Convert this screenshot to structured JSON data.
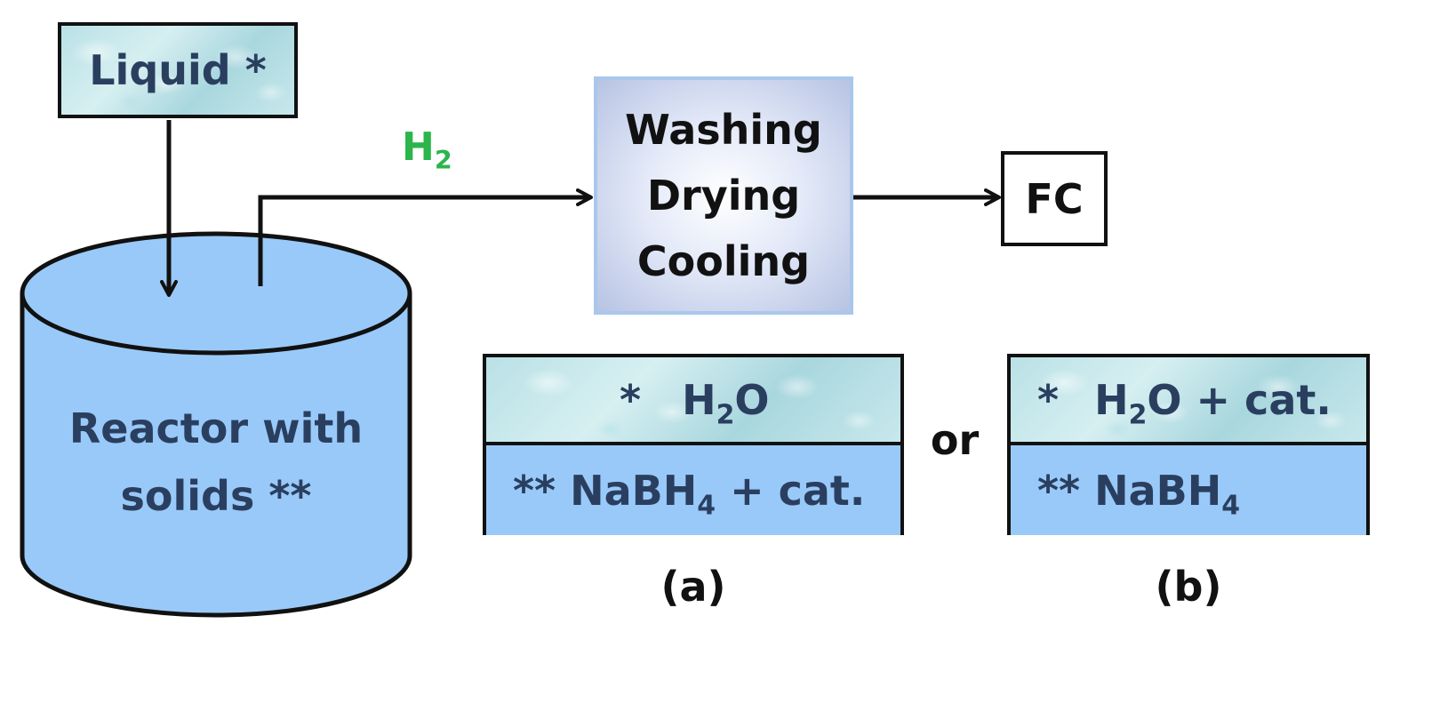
{
  "liquid_box": {
    "label": "Liquid *"
  },
  "reactor": {
    "line1": "Reactor with",
    "line2": "solids **"
  },
  "flow": {
    "gas_main": "H",
    "gas_sub": "2"
  },
  "process_box": {
    "line1": "Washing",
    "line2": "Drying",
    "line3": "Cooling"
  },
  "fc_box": {
    "label": "FC"
  },
  "option_a": {
    "top_prefix": "*",
    "top_formula_main": "H",
    "top_formula_sub": "2",
    "top_formula_rest": "O",
    "bottom_prefix": "**",
    "bottom_main": "NaBH",
    "bottom_sub": "4",
    "bottom_rest": "+ cat.",
    "caption": "(a)"
  },
  "or_label": "or",
  "option_b": {
    "top_prefix": "*",
    "top_formula_main": "H",
    "top_formula_sub": "2",
    "top_formula_rest": "O + cat.",
    "bottom_prefix": "**",
    "bottom_main": "NaBH",
    "bottom_sub": "4",
    "caption": "(b)"
  },
  "colors": {
    "reactor_fill": "#99c9f9",
    "h2_label": "#2bb54a",
    "text_blue": "#2a3f5f",
    "process_border": "#a9c7ec"
  }
}
